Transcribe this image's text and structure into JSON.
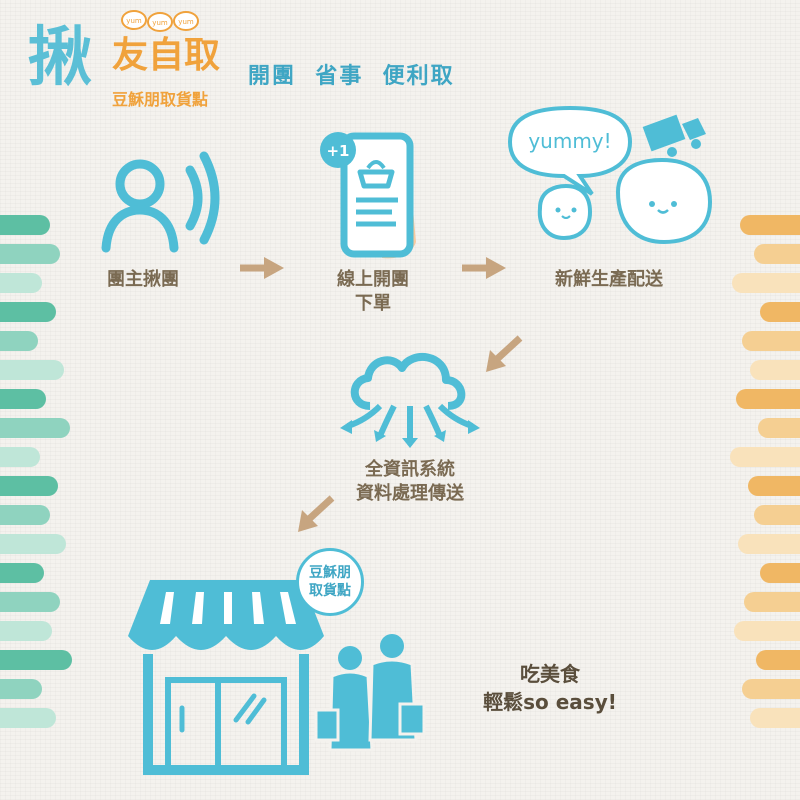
{
  "logo": {
    "main_char": "揪",
    "side_text": "友自取",
    "subtitle": "豆穌朋取貨點",
    "bubble_words": [
      "yum",
      "yum",
      "yum"
    ]
  },
  "tagline": "開團  省事  便利取",
  "steps": [
    {
      "line1": "團主揪團",
      "line2": ""
    },
    {
      "line1": "線上開團",
      "line2": "下單"
    },
    {
      "line1": "新鮮生產配送",
      "line2": ""
    },
    {
      "line1": "全資訊系統",
      "line2": "資料處理傳送"
    }
  ],
  "phone_badge": "+1",
  "speech_bubble": "yummy!",
  "store_badge": {
    "line1": "豆穌朋",
    "line2": "取貨點"
  },
  "closing": {
    "line1": "吃美食",
    "line2": "輕鬆so easy!"
  },
  "colors": {
    "teal": "#4fbdd6",
    "arrow": "#c7a580",
    "orange": "#f0a23c",
    "label": "#7a6a52"
  },
  "stripe_colors": {
    "left": [
      "#5dbfa3",
      "#8fd3bf",
      "#bfe6d8"
    ],
    "right": [
      "#f0b764",
      "#f5cf92",
      "#f9e2bb"
    ]
  }
}
